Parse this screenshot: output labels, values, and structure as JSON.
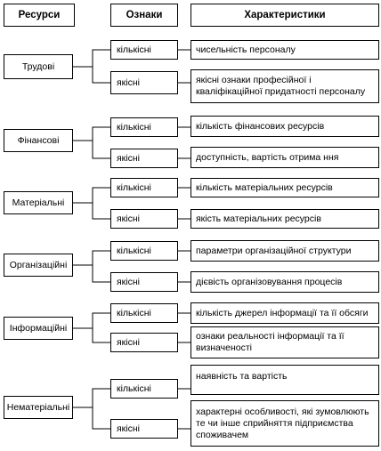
{
  "headers": {
    "resources": "Ресурси",
    "signs": "Ознаки",
    "characteristics": "Характеристики"
  },
  "groups": [
    {
      "resource": "Трудові",
      "items": [
        {
          "sign": "кількісні",
          "characteristic": "чисельність персоналу"
        },
        {
          "sign": "якісні",
          "characteristic": "якісні ознаки професійної і кваліфікаційної придатності персоналу"
        }
      ]
    },
    {
      "resource": "Фінансові",
      "items": [
        {
          "sign": "кількісні",
          "characteristic": "кількість фінансових ресурсів"
        },
        {
          "sign": "якісні",
          "characteristic": "доступність, вартість отрима ння"
        }
      ]
    },
    {
      "resource": "Матеріальні",
      "items": [
        {
          "sign": "кількісні",
          "characteristic": "кількість матеріальних ресурсів"
        },
        {
          "sign": "якісні",
          "characteristic": "якість матеріальних ресурсів"
        }
      ]
    },
    {
      "resource": "Організаційні",
      "items": [
        {
          "sign": "кількісні",
          "characteristic": "параметри організаційної структури"
        },
        {
          "sign": "якісні",
          "characteristic": "дієвість організовування процесів"
        }
      ]
    },
    {
      "resource": "Інформаційні",
      "items": [
        {
          "sign": "кількісні",
          "characteristic": "кількість джерел інформації та її обсяги"
        },
        {
          "sign": "якісні",
          "characteristic": "ознаки реальності інформації та її визначеності"
        }
      ]
    },
    {
      "resource": "Нематеріальні",
      "items": [
        {
          "sign": "кількісні",
          "characteristic": "наявність та вартість"
        },
        {
          "sign": "якісні",
          "characteristic": "характерні особливості, які зумовлюють те чи інше сприйняття підприємства споживачем"
        }
      ]
    }
  ]
}
